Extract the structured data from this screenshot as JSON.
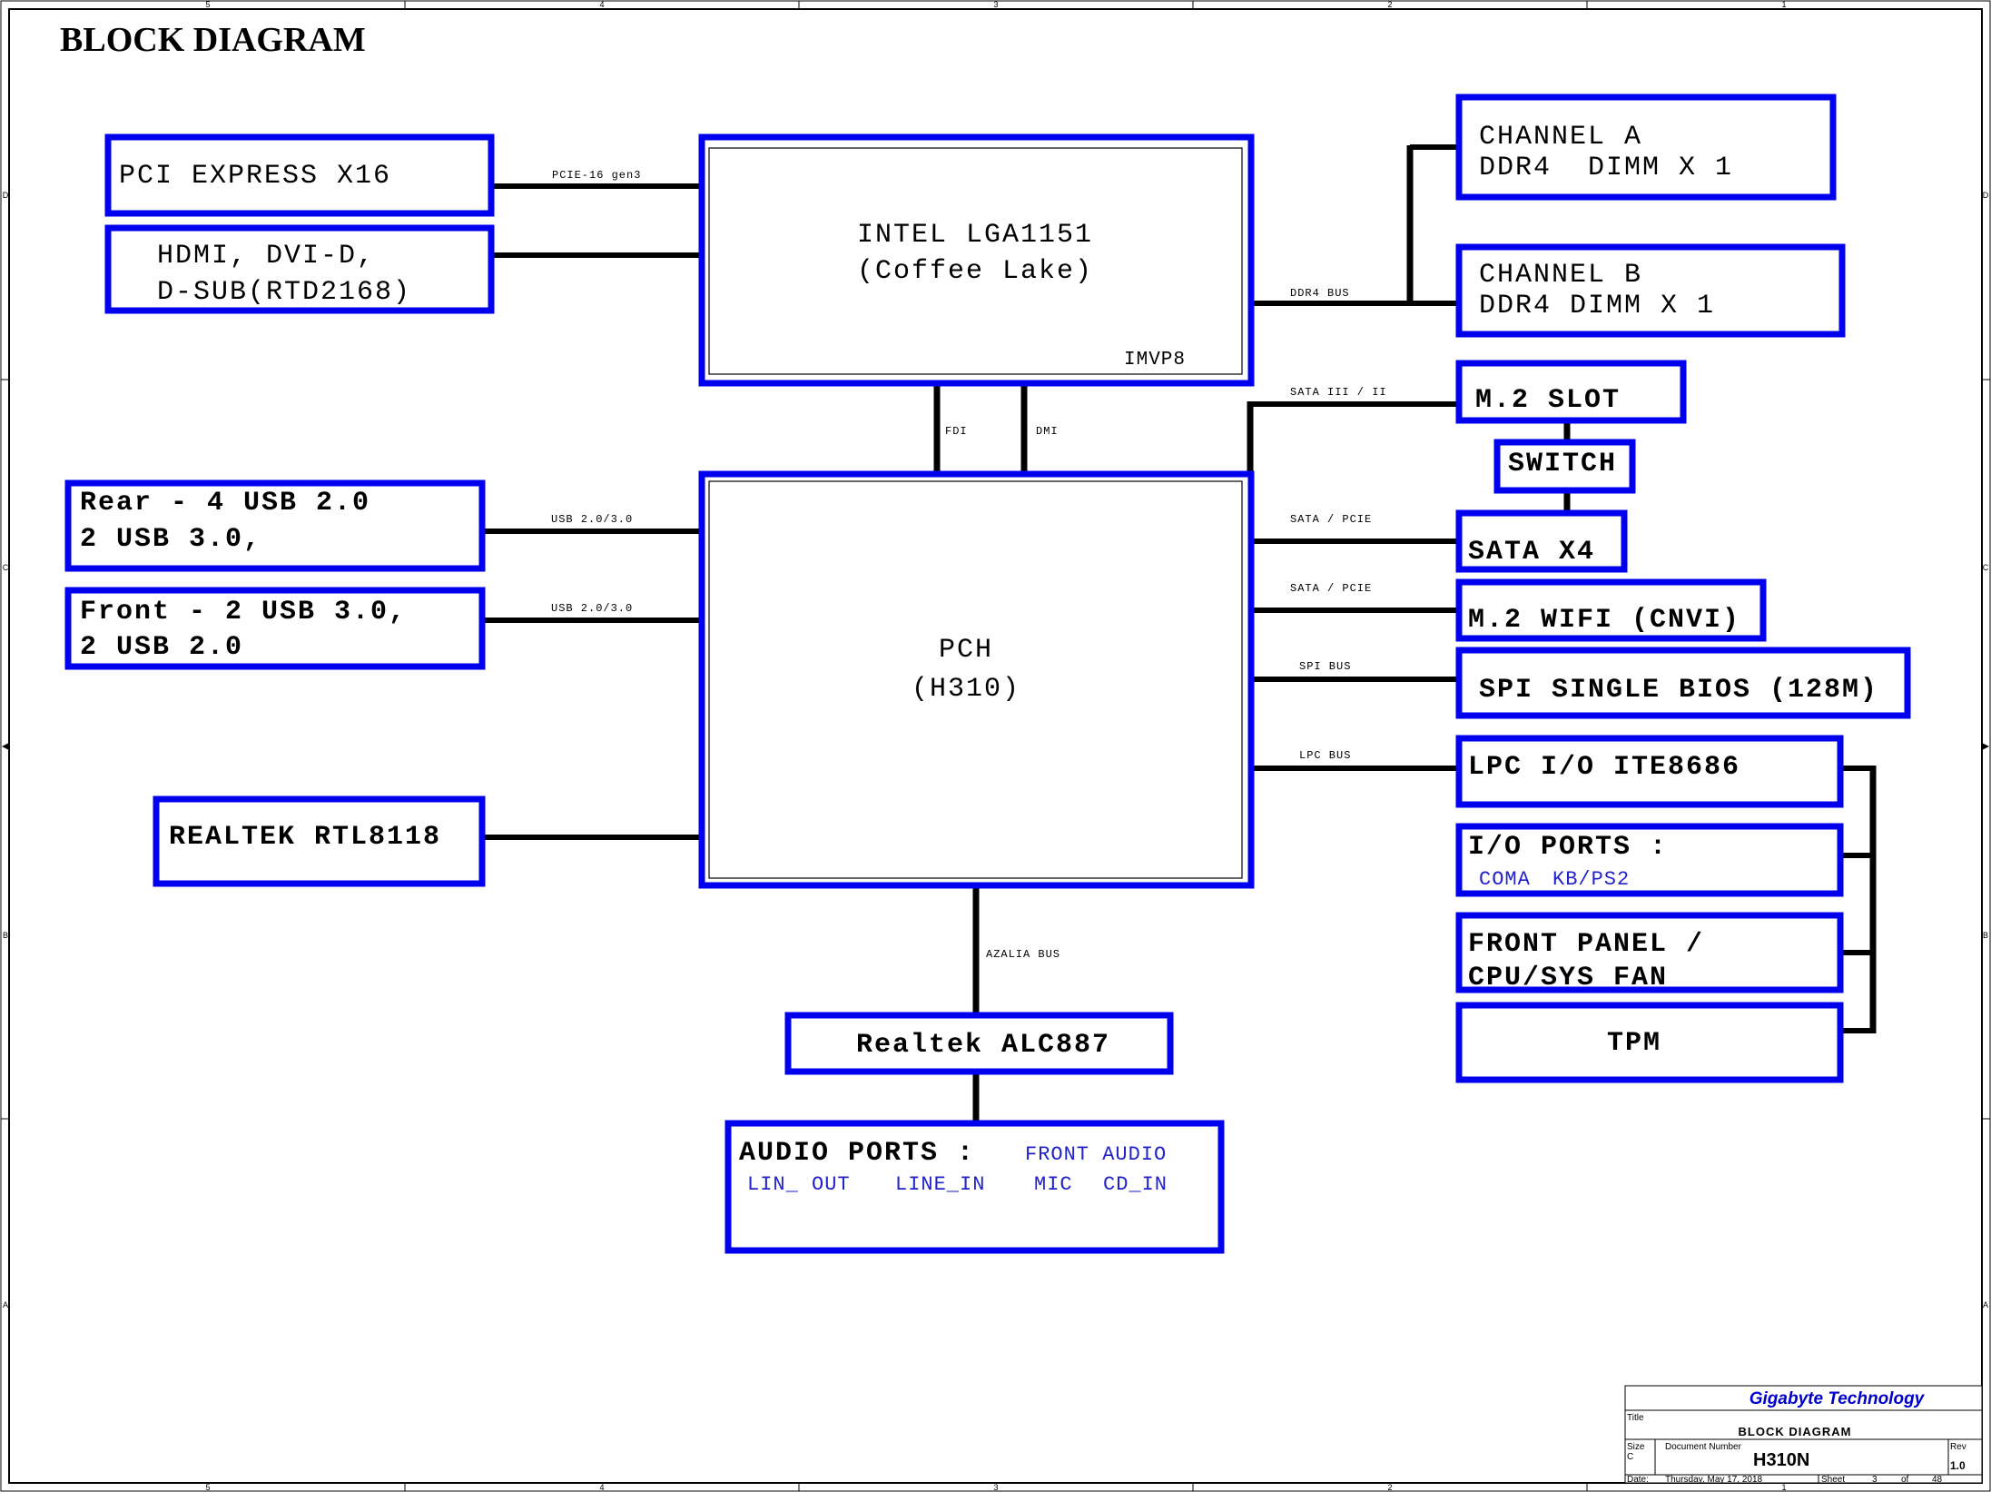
{
  "page": {
    "title": "BLOCK DIAGRAM"
  },
  "border": {
    "columns": [
      "5",
      "4",
      "3",
      "2",
      "1"
    ],
    "rows": [
      "D",
      "C",
      "B",
      "A"
    ]
  },
  "blocks": {
    "cpu": {
      "line1": "INTEL LGA1151",
      "line2": "(Coffee Lake)",
      "note": "IMVP8"
    },
    "pch": {
      "line1": "PCH",
      "line2": "(H310)"
    },
    "pcie_x16": {
      "line1": "PCI EXPRESS X16"
    },
    "display": {
      "line1": "HDMI, DVI-D,",
      "line2": "D-SUB(RTD2168)"
    },
    "usb_rear": {
      "line1": "Rear - 4 USB 2.0",
      "line2": "2 USB 3.0,"
    },
    "usb_front": {
      "line1": "Front - 2 USB 3.0,",
      "line2": "2 USB 2.0"
    },
    "lan": {
      "line1": "REALTEK RTL8118"
    },
    "channel_a": {
      "line1": "CHANNEL A",
      "line2": "DDR4  DIMM X 1"
    },
    "channel_b": {
      "line1": "CHANNEL B",
      "line2": "DDR4 DIMM X 1"
    },
    "m2_slot": {
      "line1": "M.2 SLOT"
    },
    "switch": {
      "line1": "SWITCH"
    },
    "sata": {
      "line1": "SATA X4"
    },
    "m2_wifi": {
      "line1": "M.2 WIFI (CNVI)"
    },
    "bios": {
      "line1": "SPI SINGLE BIOS (128M)"
    },
    "lpc_io": {
      "line1": "LPC I/O ITE8686"
    },
    "io_ports": {
      "line1": "I/O PORTS :",
      "items": [
        "COMA",
        "KB/PS2"
      ]
    },
    "front_panel": {
      "line1": "FRONT PANEL /",
      "line2": "CPU/SYS FAN"
    },
    "tpm": {
      "line1": "TPM"
    },
    "audio_codec": {
      "line1": "Realtek ALC887"
    },
    "audio_ports": {
      "line1": "AUDIO PORTS :",
      "items": [
        "FRONT AUDIO",
        "LIN_ OUT",
        "LINE_IN",
        "MIC",
        "CD_IN"
      ]
    }
  },
  "buses": {
    "pcie": "PCIE-16 gen3",
    "ddr4": "DDR4 BUS",
    "sata_m2": "SATA III / II",
    "fdi": "FDI",
    "dmi": "DMI",
    "usb_rear": "USB 2.0/3.0",
    "usb_front": "USB 2.0/3.0",
    "sata_pcie_1": "SATA / PCIE",
    "sata_pcie_2": "SATA / PCIE",
    "spi": "SPI BUS",
    "lpc": "LPC BUS",
    "azalia": "AZALIA BUS"
  },
  "title_block": {
    "company": "Gigabyte Technology",
    "title_label": "Title",
    "title": "BLOCK DIAGRAM",
    "size_label": "Size",
    "size": "C",
    "doc_label": "Document Number",
    "doc_number": "H310N",
    "rev_label": "Rev",
    "rev": "1.0",
    "date_label": "Date:",
    "date": "Thursday, May 17, 2018",
    "sheet_label": "Sheet",
    "sheet": "3",
    "of_label": "of",
    "sheet_total": "48"
  },
  "colors": {
    "block_border": "#0000ee",
    "wire": "#000000",
    "sub_text": "#2222cc",
    "company": "#0000cc"
  }
}
